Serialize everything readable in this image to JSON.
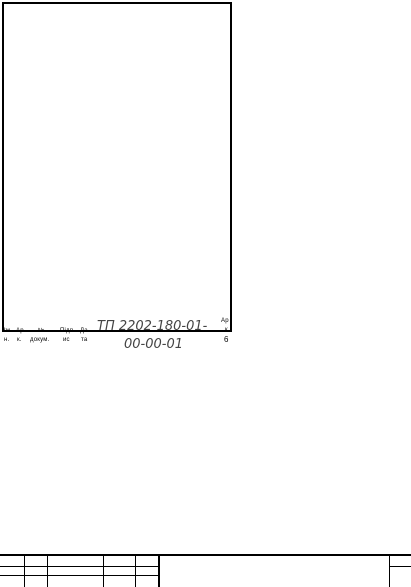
{
  "title_block_top": {
    "labels": [
      "Зм",
      "Ар",
      "№",
      "Підп",
      "Да"
    ],
    "labels_row2": [
      "н.",
      "к.",
      "докум.",
      "ис",
      "та"
    ],
    "document_code_line1": "ТП 2202-180-01-",
    "document_code_line2": "00-00-01",
    "sheet_label_line1": "Ар",
    "sheet_label_line2": "к",
    "sheet_number": "6"
  }
}
